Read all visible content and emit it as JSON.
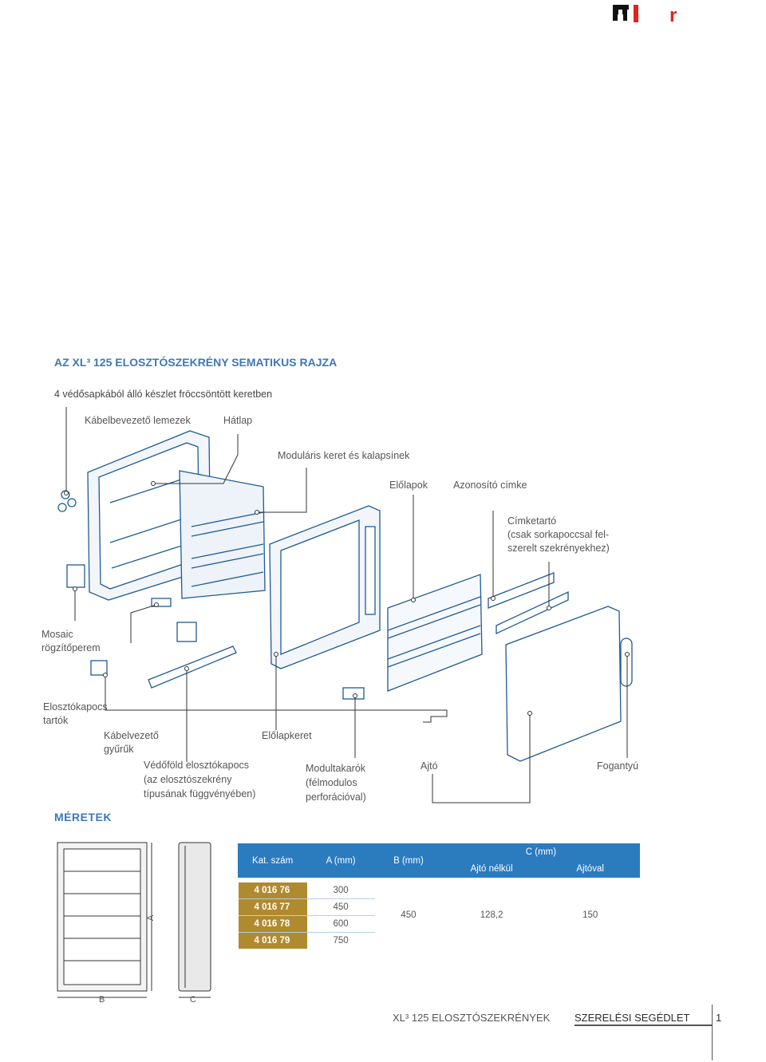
{
  "title": "AZ XL³ 125 ELOSZTÓSZEKRÉNY SEMATIKUS RAJZA",
  "subtitle": "4 védősapkából álló készlet fröccsöntött keretben",
  "labels": {
    "kabelbevezeto": "Kábelbevezető lemezek",
    "hatlap": "Hátlap",
    "modularis": "Moduláris keret és kalapsínek",
    "elolapok": "Előlapok",
    "azonosito": "Azonosító címke",
    "cimketarto1": "Címketartó",
    "cimketarto2": "(csak sorkapoccsal fel-",
    "cimketarto3": "szerelt szekrényekhez)",
    "mosaic1": "Mosaic",
    "mosaic2": "rögzítőperem",
    "elosztokapocs1": "Elosztókapocs",
    "elosztokapocs2": "tartók",
    "kabelvezeto1": "Kábelvezető",
    "kabelvezeto2": "gyűrűk",
    "vedofold1": "Védőföld elosztókapocs",
    "vedofold2": "(az elosztószekrény",
    "vedofold3": "típusának függvényében)",
    "elolapkeret": "Előlapkeret",
    "modultakarok1": "Modultakarók",
    "modultakarok2": "(félmodulos",
    "modultakarok3": "perforációval)",
    "ajto": "Ajtó",
    "fogantyu": "Fogantyú"
  },
  "dimensions_heading": "MÉRETEK",
  "drawing_labels": {
    "a": "A",
    "b": "B",
    "c": "C"
  },
  "table": {
    "headers": {
      "kat": "Kat. szám",
      "a": "A (mm)",
      "b": "B (mm)",
      "c": "C (mm)",
      "c_no_door": "Ajtó nélkül",
      "c_door": "Ajtóval"
    },
    "rows": [
      {
        "kat": "4 016 76",
        "a": "300"
      },
      {
        "kat": "4 016 77",
        "a": "450"
      },
      {
        "kat": "4 016 78",
        "a": "600"
      },
      {
        "kat": "4 016 79",
        "a": "750"
      }
    ],
    "b_value": "450",
    "c_no_door_value": "128,2",
    "c_door_value": "150"
  },
  "footer": {
    "product": "XL³ 125 ELOSZTÓSZEKRÉNYEK",
    "guide": "SZERELÉSI SEGÉDLET",
    "page": "1"
  },
  "colors": {
    "accent": "#3d78b8",
    "table_header": "#2b7bbf",
    "catalog_cell": "#b08a2f",
    "logo_red": "#e2231a"
  }
}
